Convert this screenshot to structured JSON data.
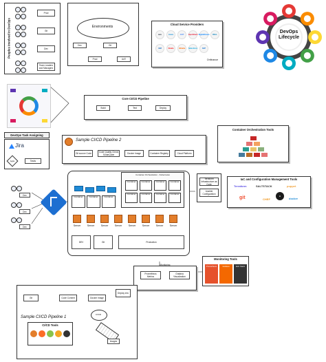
{
  "people": {
    "title": "Peoples Involved in DevOps",
    "roles": [
      "Prod",
      "Git",
      "Dev",
      "Team Leaders and Managers"
    ]
  },
  "environments": {
    "title": "Environments",
    "items": [
      "Dev",
      "Git",
      "Prod",
      "UAT"
    ]
  },
  "cloud": {
    "title": "Cloud Service Providers",
    "providers": [
      {
        "name": "aws",
        "color": "#232f3e"
      },
      {
        "name": "Azure",
        "color": "#0089d6"
      },
      {
        "name": "GCP",
        "color": "#4285f4"
      },
      {
        "name": "OpenStack",
        "color": "#e0102c"
      },
      {
        "name": "DigitalOcean",
        "color": "#0080ff"
      },
      {
        "name": "DELL",
        "color": "#007db8"
      },
      {
        "name": "IBM",
        "color": "#1f70c1"
      },
      {
        "name": "Oracle",
        "color": "#f80000"
      },
      {
        "name": "Alibaba",
        "color": "#ff6a00"
      },
      {
        "name": "Salesforce",
        "color": "#00a1e0"
      },
      {
        "name": "SAP",
        "color": "#0a6ed1"
      },
      {
        "name": "VMware",
        "color": "#6f9f1a"
      }
    ],
    "last_label": "Onfinance"
  },
  "lifecycle": {
    "title_line1": "DevOps",
    "title_line2": "Lifecycle",
    "colors": [
      "#e53935",
      "#fb8c00",
      "#fdd835",
      "#43a047",
      "#00acc1",
      "#1e88e5",
      "#5e35b1",
      "#d81b60"
    ]
  },
  "core_pipeline": {
    "title": "Core CI/CD Pipeline",
    "steps": [
      "Build",
      "Test",
      "Deploy"
    ]
  },
  "task": {
    "title": "DevOps Task Assigning",
    "tool": "Jira",
    "agile": "Agile",
    "tasks": "Tasks"
  },
  "sample2": {
    "title": "Sample CI/CD Pipeline 2",
    "steps": [
      "Git source Code",
      "Code Quality Check SonarQube",
      "Docker Image",
      "Container Registry",
      "Cloud Platform"
    ]
  },
  "orchestration": {
    "title": "Container Orchestration Tools"
  },
  "iac": {
    "title": "IaC and Configuration Management Tools",
    "tools": [
      "Terraform",
      "SALTSTACK",
      "puppet",
      "git",
      "CHEF",
      "Ansible",
      "docker"
    ]
  },
  "infra": {
    "provision": "Terraform Infrastructure as Code",
    "config": "Ansible Configuration"
  },
  "cluster": {
    "header": "Container Orchestration - Kubernetes",
    "container_label": "Container",
    "env_labels": [
      "DEV",
      "Git",
      "Production"
    ],
    "server_label": "Server",
    "registry_label": "Docker"
  },
  "monitoring": {
    "title": "Monitoring Tools",
    "label": "Monitoring",
    "a": "Prometheus Metrics",
    "b": "Grafana Visualization",
    "tools": [
      {
        "name": "Prometheus",
        "color": "#e6522c"
      },
      {
        "name": "Grafana",
        "color": "#f46800"
      },
      {
        "name": "ELK Stack",
        "color": "#333333"
      }
    ]
  },
  "sample1": {
    "title": "Sample CI/CD Pipeline 1",
    "steps": [
      "Git",
      "Code Commit",
      "Docker Image",
      "Deploy env"
    ],
    "ci": "CI/CD",
    "images": "Images",
    "tools_title": "CI/CD Tools"
  }
}
